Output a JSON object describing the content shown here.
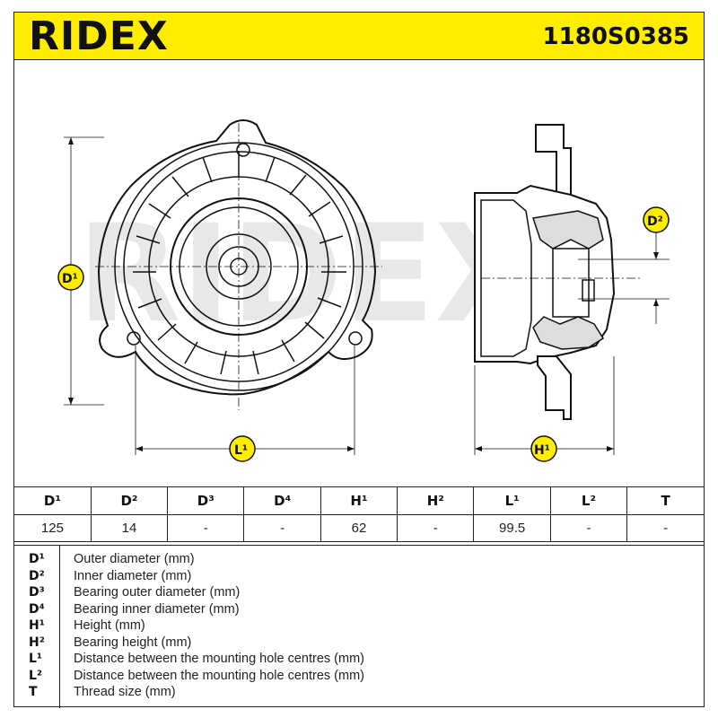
{
  "header": {
    "brand": "RIDEX",
    "part_number": "1180S0385",
    "accent_color": "#ffed00"
  },
  "drawing": {
    "watermark": "RIDEX",
    "labels": {
      "d1": "D¹",
      "l1": "L¹",
      "d2": "D²",
      "h1": "H¹"
    }
  },
  "dimensions": {
    "headers": [
      "D¹",
      "D²",
      "D³",
      "D⁴",
      "H¹",
      "H²",
      "L¹",
      "L²",
      "T"
    ],
    "values": [
      "125",
      "14",
      "-",
      "-",
      "62",
      "-",
      "99.5",
      "-",
      "-"
    ]
  },
  "legend": [
    {
      "key": "D¹",
      "text": "Outer diameter (mm)"
    },
    {
      "key": "D²",
      "text": "Inner diameter (mm)"
    },
    {
      "key": "D³",
      "text": "Bearing outer diameter (mm)"
    },
    {
      "key": "D⁴",
      "text": "Bearing inner diameter (mm)"
    },
    {
      "key": "H¹",
      "text": "Height (mm)"
    },
    {
      "key": "H²",
      "text": "Bearing height (mm)"
    },
    {
      "key": "L¹",
      "text": "Distance between the mounting hole centres (mm)"
    },
    {
      "key": "L²",
      "text": "Distance between the mounting hole centres (mm)"
    },
    {
      "key": "T",
      "text": "Thread size (mm)"
    }
  ]
}
